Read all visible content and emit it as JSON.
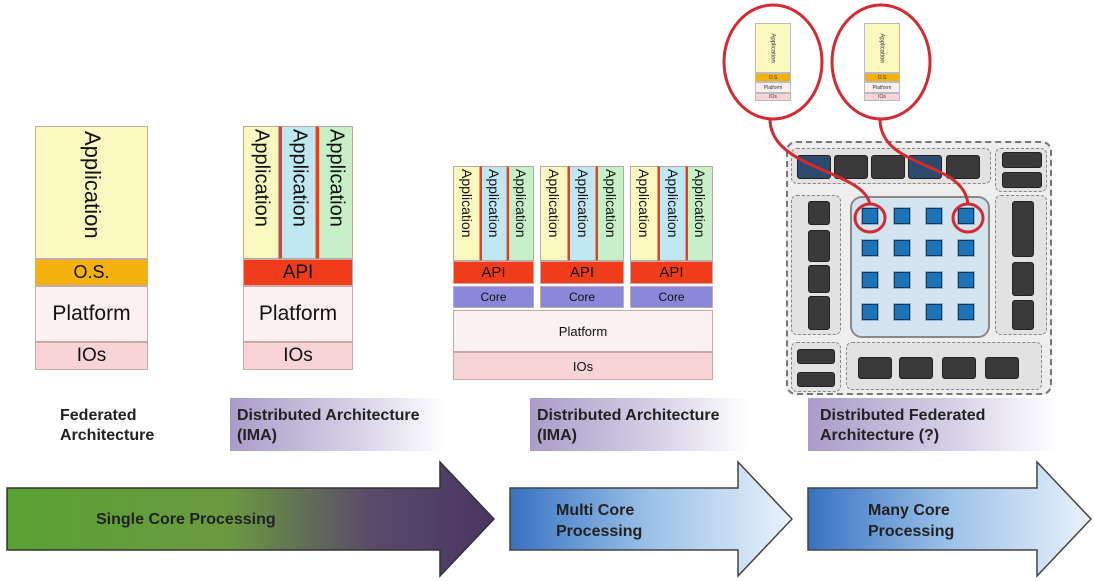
{
  "labels": {
    "application": "Application",
    "os": "O.S.",
    "os_small": "O.S",
    "platform": "Platform",
    "ios": "IOs",
    "api": "API",
    "core": "Core"
  },
  "captions": {
    "federated": "Federated Architecture",
    "distributed_1": "Distributed Architecture (IMA)",
    "distributed_2": "Distributed Architecture (IMA)",
    "distributed_federated": "Distributed Federated Architecture (?)"
  },
  "arrows": {
    "single_core": "Single Core Processing",
    "multi_core": "Multi Core Processing",
    "many_core": "Many Core Processing"
  },
  "colors": {
    "application_yellow": "#fbf8c0",
    "application_blue": "#bfe8f2",
    "application_green": "#c8f0c8",
    "os_orange": "#f2b10d",
    "api_red": "#f03c1a",
    "platform_pink": "#fdf0f0",
    "ios_pink": "#f8d4d6",
    "core_purple": "#8a88d8",
    "chip_blue": "#1f72b6",
    "highlight_red": "#d42a32",
    "arrow_green": "#58a033",
    "arrow_purple": "#4e3968",
    "arrow_blue": "#3f79c4"
  }
}
